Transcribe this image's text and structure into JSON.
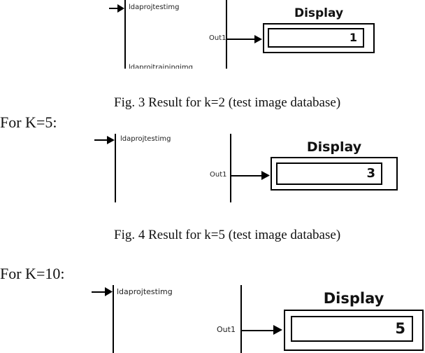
{
  "diagram1": {
    "input_label": "ldaprojtestimg",
    "input_label_2": "ldaprojtrainingimg",
    "out_label": "Out1",
    "display_title": "Display",
    "display_value": "1"
  },
  "caption1": "Fig. 3 Result for k=2 (test image database)",
  "heading2": "For K=5:",
  "diagram2": {
    "input_label": "ldaprojtestimg",
    "out_label": "Out1",
    "display_title": "Display",
    "display_value": "3"
  },
  "caption2": "Fig. 4 Result for k=5 (test image database)",
  "heading3": "For K=10:",
  "diagram3": {
    "input_label": "ldaprojtestimg",
    "out_label": "Out1",
    "display_title": "Display",
    "display_value": "5"
  }
}
